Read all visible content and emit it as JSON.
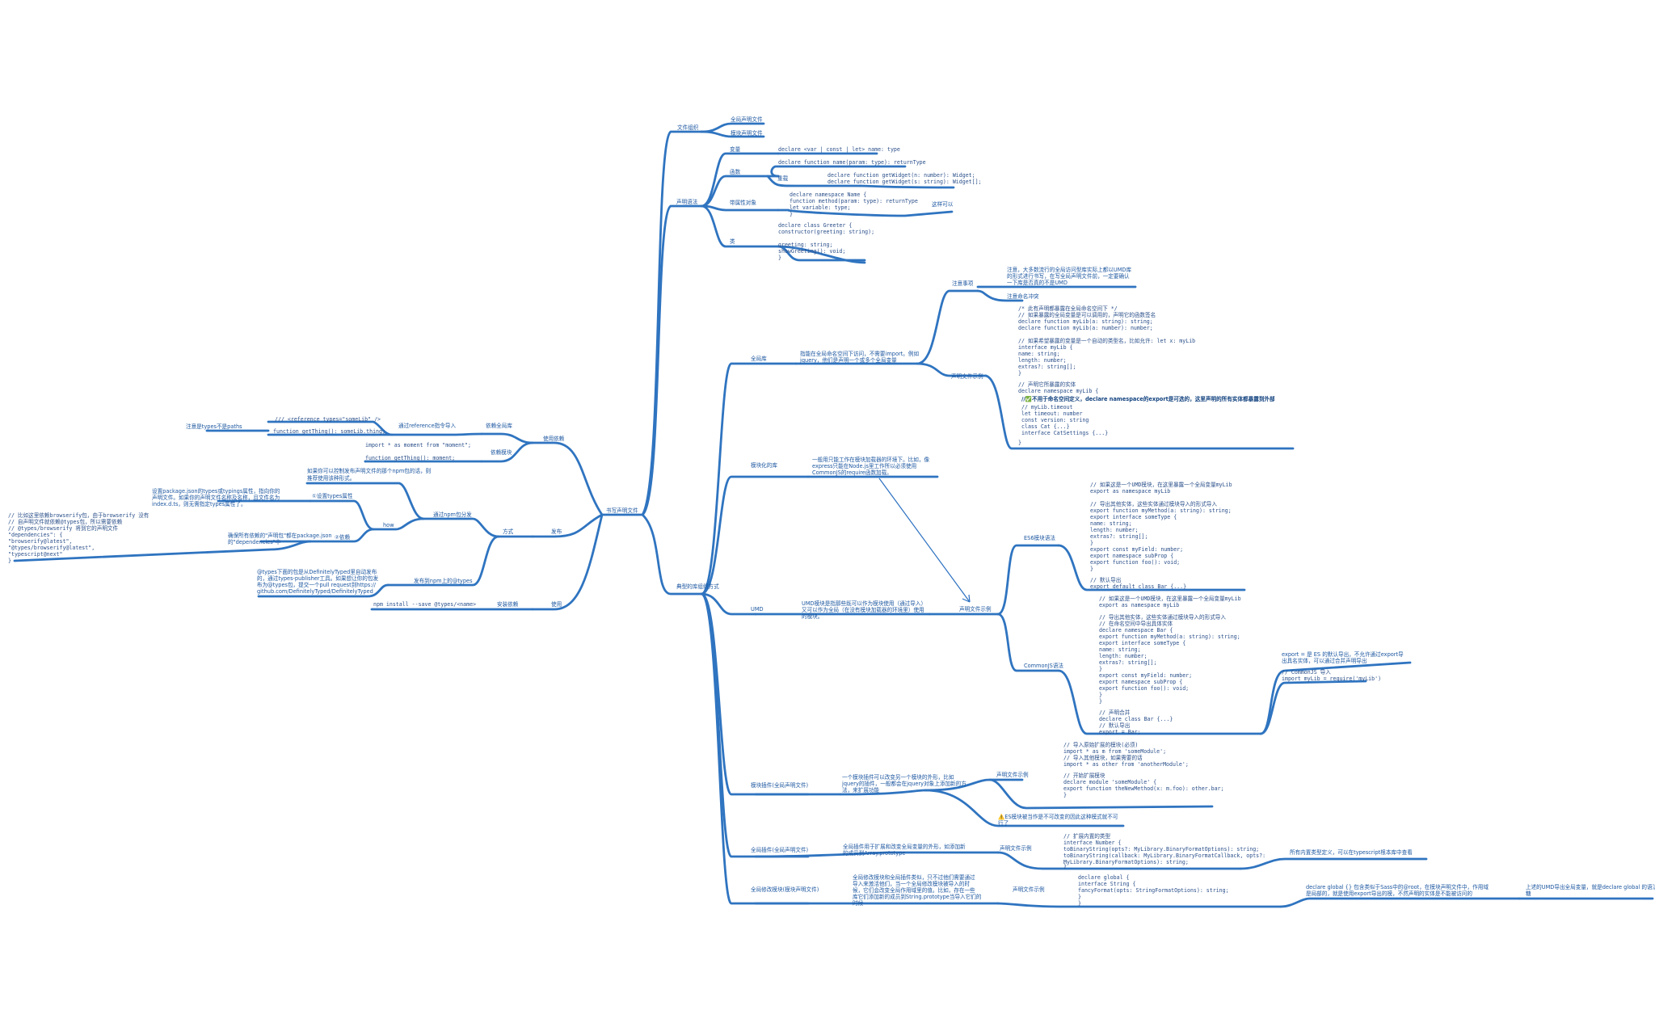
{
  "root": "书写声明文件",
  "file_structure": {
    "label": "文件组织",
    "items": [
      "全局声明文件",
      "模块声明文件"
    ]
  },
  "syntax": {
    "label": "声明语法",
    "variable": {
      "label": "变量",
      "code": "declare <var | const | let> name: type"
    },
    "function": {
      "label": "函数",
      "code": "declare function name(param: type): returnType",
      "overload": {
        "label": "重载",
        "code": [
          "declare function getWidget(n: number): Widget;",
          "declare function getWidget(s: string): Widget[];"
        ]
      }
    },
    "object": {
      "label": "带属性对象",
      "code": [
        "declare namespace Name {",
        "  function method(param: type): returnType",
        "  let variable: type;",
        "}"
      ],
      "note": "这样可以"
    },
    "class": {
      "label": "类",
      "code": [
        "declare class Greeter {",
        "  constructor(greeting: string);",
        "",
        "  greeting: string;",
        "  showGreeting(): void;",
        "}"
      ]
    }
  },
  "usage": {
    "label": "使用",
    "dependency": {
      "label": "使用依赖",
      "triple_slash": {
        "label": "通过reference指令导入",
        "code": [
          "/// <reference types=\"someLib\" />",
          "",
          "function getThing(): someLib.thing;"
        ],
        "note": "注意是types不是paths",
        "parent": "依赖全局库"
      },
      "import": {
        "label": "依赖模块",
        "code": [
          "import * as moment from \"moment\";",
          "",
          "function getThing(): moment;"
        ]
      }
    },
    "install": {
      "label": "安装依赖",
      "code": "npm install --save @types/<name>",
      "parent": "使用"
    }
  },
  "publish": {
    "label": "发布",
    "mode": "方式",
    "via_npm": {
      "label": "通过npm包分发",
      "desc": [
        "如果你可以控制发布声明文件的那个npm包的话，则",
        "推荐使用该种形式。"
      ],
      "how": "how",
      "types_attr": {
        "label": "①设置types属性",
        "desc": [
          "设置package.json的types或typings属性，指向你的",
          "声明文件。如果你的声明文件名称及名称，且文件名为",
          "index.d.ts，则无需指定types属性了。"
        ]
      },
      "deps": {
        "label": "②依赖",
        "desc": [
          "确保所有依赖的\"声明包\"都在package.json",
          "的\"dependencies\"中"
        ],
        "code": [
          "// 比如这里依赖browserify包，由于browserify 没有",
          "// 自声明文件就依赖@types包，所以需要依赖",
          "// @types/browserify 将到它的声明文件",
          "  \"dependencies\": {",
          "    \"browserify@latest\",",
          "    \"@types/browserify@latest\",",
          "    \"typescript@next\"",
          "  }"
        ]
      }
    },
    "via_types": {
      "label": "发布到npm上的@types",
      "desc": [
        "@types下面的包是从DefinitelyTyped里自动发布",
        "的，通过types-publisher工具。如果想让你的包发",
        "布为@types包，提交一个pull request到https://",
        "github.com/DefinitelyTyped/DefinitelyTyped"
      ]
    }
  },
  "library_types": {
    "label": "典型的库组织方式",
    "global": {
      "label": "全局库",
      "desc": [
        "指能在全局命名空间下访问，不需要import。例如",
        "jquery，他们是声明一个或多个全局变量"
      ],
      "caution": {
        "label": "注意事项",
        "text": [
          "注意，大多数流行的全局访问型库实际上都以UMD库",
          "的形式进行书写，在写全局声明文件前，一定要确认",
          "一下库是否真的不是UMD"
        ]
      },
      "naming": "注意命名冲突",
      "example": {
        "label": "声明文件示例",
        "code": [
          "/* 此有声明都暴露在全局命名空间下 */",
          "// 如果暴露的全局变量是可以调用的，声明它的函数签名",
          "declare function myLib(a: string): string;",
          "declare function myLib(a: number): number;",
          "",
          "// 如果希望暴露的变量是一个自动的类型名，比如允许: let x: myLib",
          "interface myLib {",
          "    name: string;",
          "    length: number;",
          "    extras?: string[];",
          "}",
          "",
          "// 声明它所暴露的实体",
          "declare namespace myLib {"
        ],
        "highlight": "//✅不用于命名空间定义，declare namespace的export是可选的，这里声明的所有实体都暴露到外部",
        "code_tail": [
          "    // myLib.timeout",
          "    let timeout: number",
          "    const version: string",
          "    class Cat {...}",
          "    interface CatSettings {...}",
          "}"
        ]
      }
    },
    "modular": {
      "label": "模块化的库",
      "desc": [
        "一般用只能工作在模块加载器的环境下。比如，像",
        "express只能在Node.js里工作所以必须使用",
        "CommonJS的require函数加载。"
      ]
    },
    "umd": {
      "label": "UMD",
      "desc": [
        "UMD模块是指那些既可以作为模块使用（通过导入）",
        "又可以作为全局（在没有模块加载器的环境里）使用",
        "的模块。"
      ],
      "example_label": "声明文件示例",
      "es6": {
        "label": "ES6模块语法",
        "code": [
          "// 如果这是一个UMD模块，在这里暴露一个全局变量myLib",
          "export as namespace myLib",
          "",
          "// 导出其他实体，这些实体通过模块导入的形式导入",
          "export function myMethod(a: string): string;",
          "export interface someType {",
          "    name: string;",
          "    length: number;",
          "    extras?: string[];",
          "}",
          "export const myField: number;",
          "export namespace subProp {",
          "    export function foo(): void;",
          "}",
          "",
          "// 默认导出",
          "export default class Bar {...}"
        ]
      },
      "cjs": {
        "label": "CommonJS语法",
        "code": [
          "// 如果这是一个UMD模块，在这里暴露一个全局变量myLib",
          "export as namespace myLib",
          "",
          "// 导出其他实体，这些实体通过模块导入的形式导入",
          "// 在命名空间中导出具体实体",
          "declare namespace Bar {",
          "    export function myMethod(a: string): string;",
          "    export interface someType {",
          "      name: string;",
          "      length: number;",
          "      extras?: string[];",
          "    }",
          "    export const myField: number;",
          "    export namespace subProp {",
          "        export function foo(): void;",
          "    }",
          "}",
          "",
          "// 声明合并",
          "declare class Bar {...}",
          "// 默认导出",
          "export = Bar;"
        ],
        "export_eq": [
          "export = 是 ES 的默认导出，不允许通过export导",
          "出具名实体，可以通过合并声明导出"
        ],
        "import_cjs": [
          "// CommonJS 导入",
          "import myLib = require('myLib')"
        ]
      }
    },
    "module_plugin": {
      "label": "模块插件(全局声明文件)",
      "desc": [
        "一个模块插件可以改变另一个模块的外形，比如",
        "jquery的插件，一般都会在jquery对象上添加新的方",
        "法，来扩展功能"
      ],
      "example": {
        "label": "声明文件示例",
        "code": [
          "// 导入原始扩展的模块(必须)",
          "import * as m from 'someModule';",
          "// 导入其他模块，如果需要的话",
          "import * as other from 'anotherModule';",
          "",
          "// 开始扩展模块",
          "declare module 'someModule' {",
          "    export function theNewMethod(x: m.foo): other.bar;",
          "}"
        ]
      },
      "warning": [
        "⚠️ES模块被当作是不可改变的因此这种模式就不可",
        "行了"
      ]
    },
    "global_plugin": {
      "label": "全局插件(全局声明文件)",
      "desc": [
        "全局插件用于扩展和改变全局变量的外形，如添加新",
        "的成员到Array.prototype"
      ],
      "example": {
        "label": "声明文件示例",
        "code": [
          "// 扩展内置的类型",
          "interface Number {",
          "    toBinaryString(opts?: MyLibrary.BinaryFormatOptions): string;",
          "    toBinaryString(callback: MyLibrary.BinaryFormatCallback, opts?:",
          "MyLibrary.BinaryFormatOptions): string;",
          "}"
        ],
        "note": "所有内置类型定义，可以在typescript根本库中查看"
      }
    },
    "global_modifying": {
      "label": "全局修改模块(模块声明文件)",
      "desc": [
        "全局修改模块和全局插件类似，只不过他们需要通过",
        "导入来激活他们，当一个全局修改模块被导入的时",
        "候，它们会改变全局作用域里的值。比如，存在一些",
        "库它们添加新的成员到String.prototype当导入它们的",
        "时候"
      ],
      "example": {
        "label": "声明文件示例",
        "code": [
          "declare global {",
          "    interface String {",
          "        fancyFormat(opts: StringFormatOptions): string;",
          "    }",
          "}"
        ],
        "note1": [
          "declare global {} 包含类似于Sass中的@root，在模块声明文件中，作用域",
          "是局部的，就是使用export导出的模，不然声明的实体是不能被访问的"
        ],
        "note2": [
          "上述的UMD导出全局变量，就是declare global 的语法",
          "糖"
        ]
      }
    }
  },
  "colors": {
    "line": "#2f74c0",
    "text": "#1f5fa8",
    "arrow": "#2a6fc0"
  }
}
